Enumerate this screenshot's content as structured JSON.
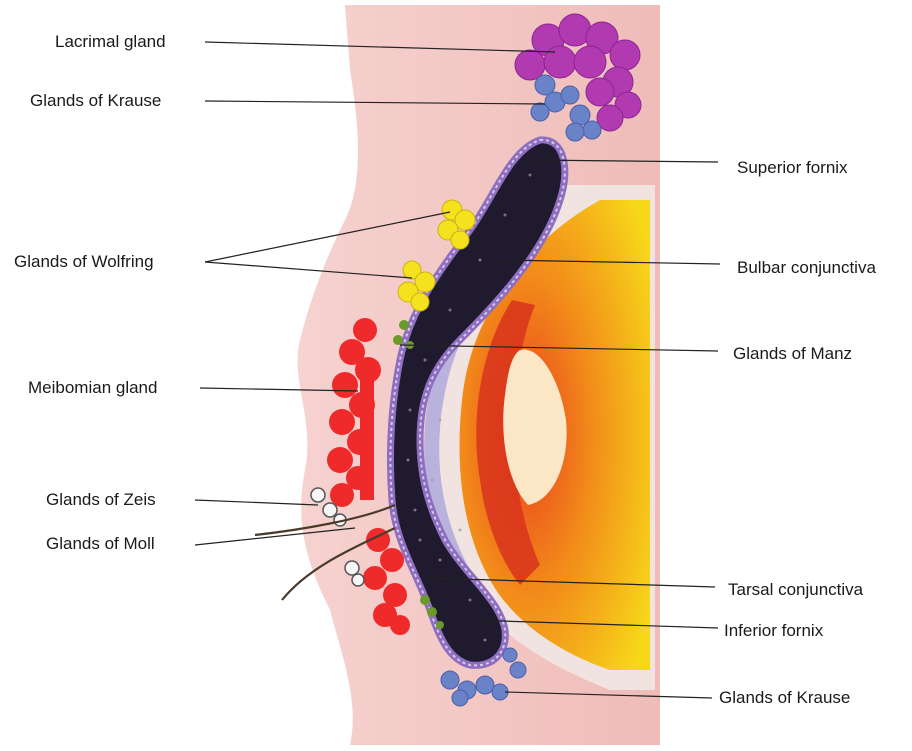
{
  "labels": {
    "lacrimal_gland": "Lacrimal gland",
    "glands_of_krause_top": "Glands of Krause",
    "glands_of_wolfring": "Glands of Wolfring",
    "meibomian_gland": "Meibomian gland",
    "glands_of_zeis": "Glands of Zeis",
    "glands_of_moll": "Glands of Moll",
    "superior_fornix": "Superior fornix",
    "bulbar_conjunctiva": "Bulbar conjunctiva",
    "glands_of_manz": "Glands of Manz",
    "tarsal_conjunctiva": "Tarsal conjunctiva",
    "inferior_fornix": "Inferior fornix",
    "glands_of_krause_bottom": "Glands of Krause"
  },
  "colors": {
    "eyelid_skin": "#f3c6c3",
    "globe_yellow": "#f7d21a",
    "globe_orange": "#f28a1a",
    "iris_red": "#e03a1e",
    "lens": "#fbe6c6",
    "cornea_lavender": "#b9b2dc",
    "conjunctival_sac": "#1f1a2e",
    "epithelium_border": "#8e6fbf",
    "lacrimal_magenta": "#b23ab0",
    "krause_blue": "#6a82c8",
    "wolfring_yellow": "#f4e21e",
    "meibomian_red": "#ee2a2a",
    "manz_green": "#6a9a2a"
  }
}
